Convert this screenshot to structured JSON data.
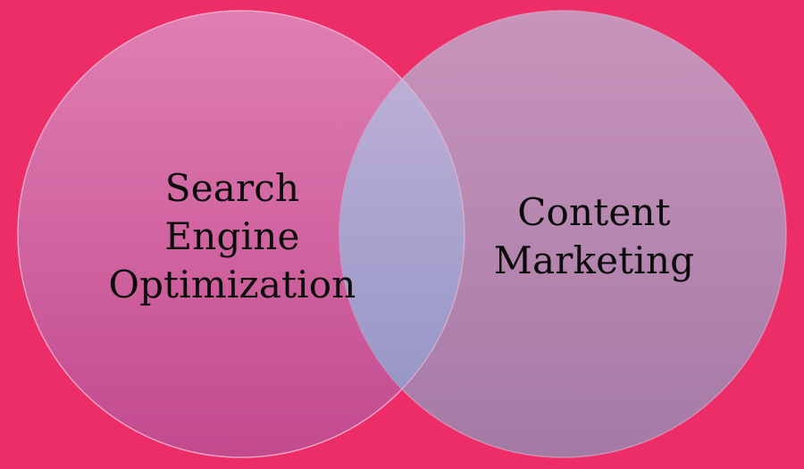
{
  "diagram": {
    "type": "venn",
    "background_color": "#ec2d68",
    "sets": [
      {
        "id": "left",
        "lines": [
          "Search",
          "Engine",
          "Optimization"
        ],
        "fill_top": "#e07fb3",
        "fill_bottom": "#c24a8e"
      },
      {
        "id": "right",
        "lines": [
          "Content",
          "Marketing"
        ],
        "fill_top": "#c894bb",
        "fill_bottom": "#a47aa5"
      }
    ],
    "overlap": {
      "fill_top": "#c3b4d9",
      "fill_bottom": "#8f92c4"
    }
  }
}
